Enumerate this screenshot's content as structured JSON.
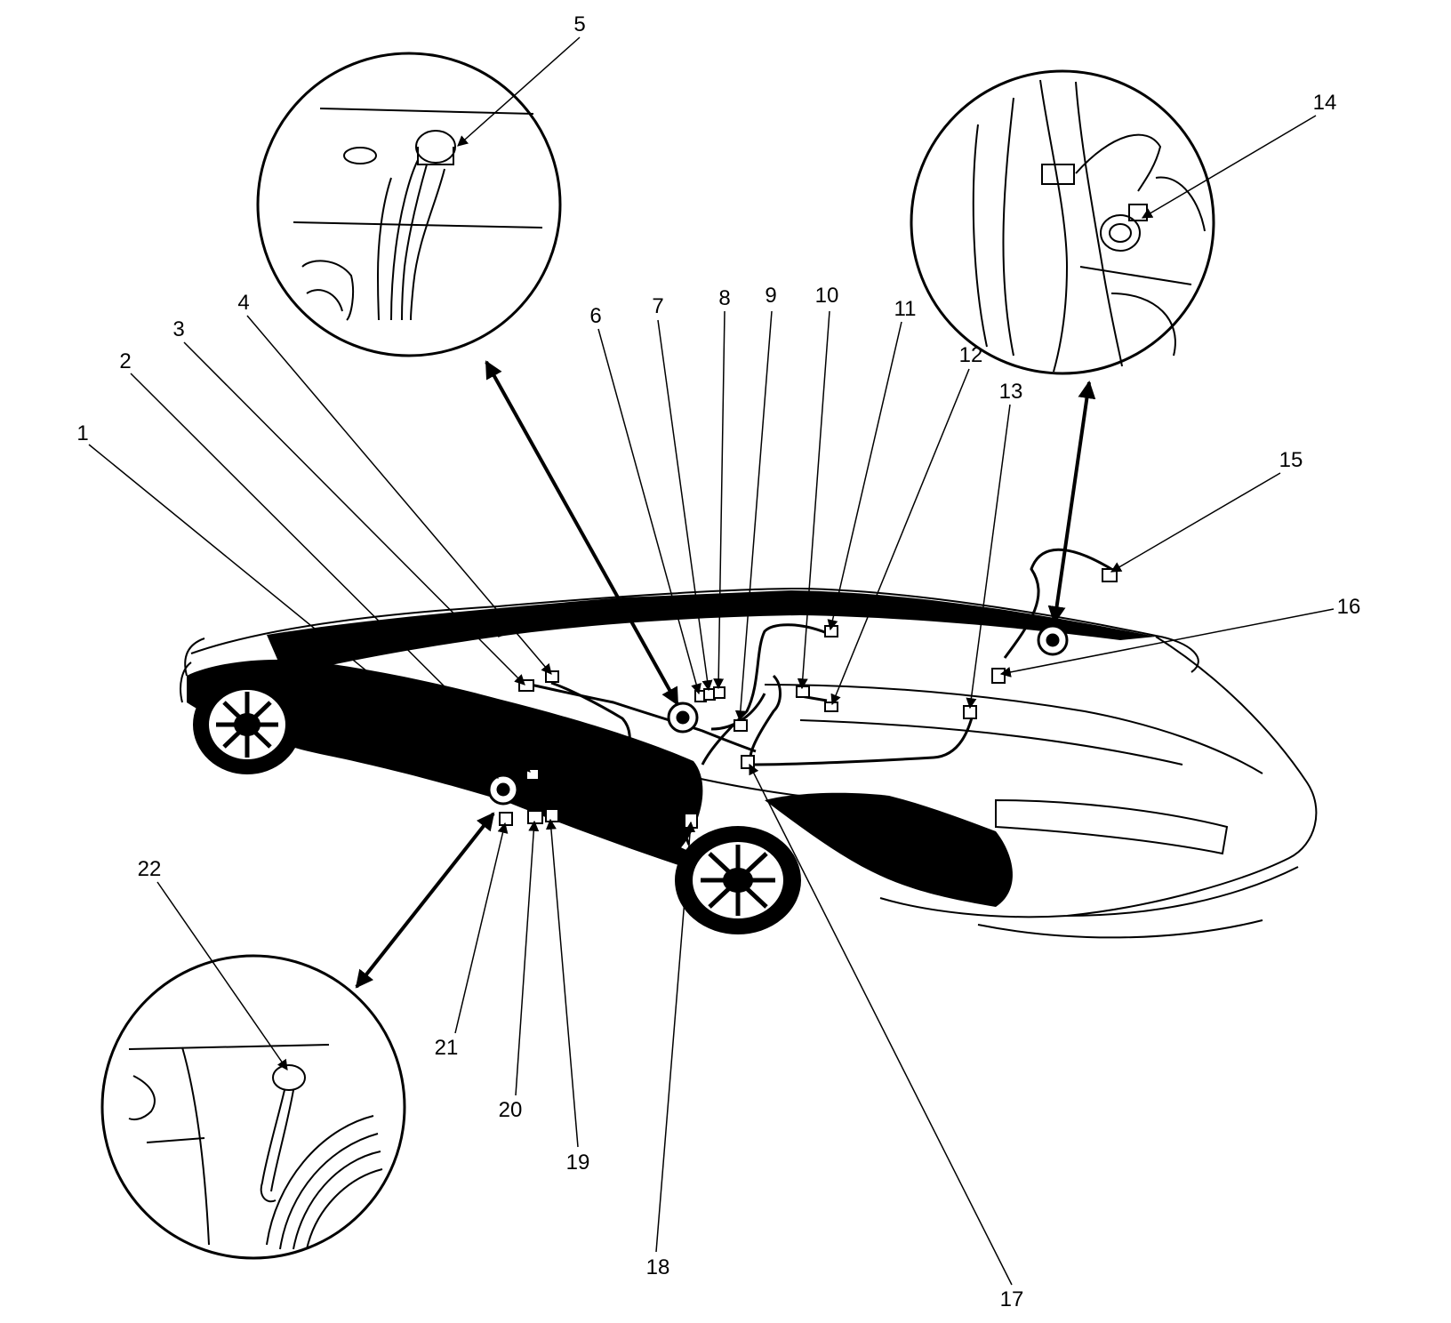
{
  "diagram": {
    "callouts": [
      {
        "id": "c1",
        "label": "1"
      },
      {
        "id": "c2",
        "label": "2"
      },
      {
        "id": "c3",
        "label": "3"
      },
      {
        "id": "c4",
        "label": "4"
      },
      {
        "id": "c5",
        "label": "5"
      },
      {
        "id": "c6",
        "label": "6"
      },
      {
        "id": "c7",
        "label": "7"
      },
      {
        "id": "c8",
        "label": "8"
      },
      {
        "id": "c9",
        "label": "9"
      },
      {
        "id": "c10",
        "label": "10"
      },
      {
        "id": "c11",
        "label": "11"
      },
      {
        "id": "c12",
        "label": "12"
      },
      {
        "id": "c13",
        "label": "13"
      },
      {
        "id": "c14",
        "label": "14"
      },
      {
        "id": "c15",
        "label": "15"
      },
      {
        "id": "c16",
        "label": "16"
      },
      {
        "id": "c17",
        "label": "17"
      },
      {
        "id": "c18",
        "label": "18"
      },
      {
        "id": "c19",
        "label": "19"
      },
      {
        "id": "c20",
        "label": "20"
      },
      {
        "id": "c21",
        "label": "21"
      },
      {
        "id": "c22",
        "label": "22"
      }
    ],
    "detail_views": [
      {
        "id": "detail-top-left"
      },
      {
        "id": "detail-top-right"
      },
      {
        "id": "detail-bottom-left"
      }
    ]
  }
}
